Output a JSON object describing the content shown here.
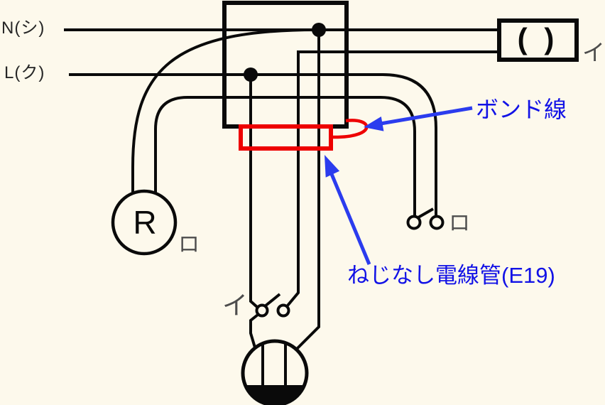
{
  "diagram_type": "wiring-diagram",
  "colors": {
    "background": "#fdf9ec",
    "wire": "#0a0a0a",
    "conduit": "#ee0000",
    "annotation_text": "#1212e6",
    "annotation_arrow": "#2b3cee",
    "label_dark": "#262626",
    "label_gray": "#4d4d4d"
  },
  "source": {
    "neutral_label": "N(シ)",
    "live_label": "L(ク)"
  },
  "devices": {
    "ceiling_light": {
      "symbol": "( )",
      "circuit": "イ"
    },
    "lamp_receptacle": {
      "symbol": "R",
      "circuit": "ロ"
    },
    "switch_i": {
      "circuit": "イ"
    },
    "switch_ro": {
      "circuit": "ロ"
    }
  },
  "annotations": {
    "bond_wire": "ボンド線",
    "conduit": "ねじなし電線管(E19)"
  }
}
